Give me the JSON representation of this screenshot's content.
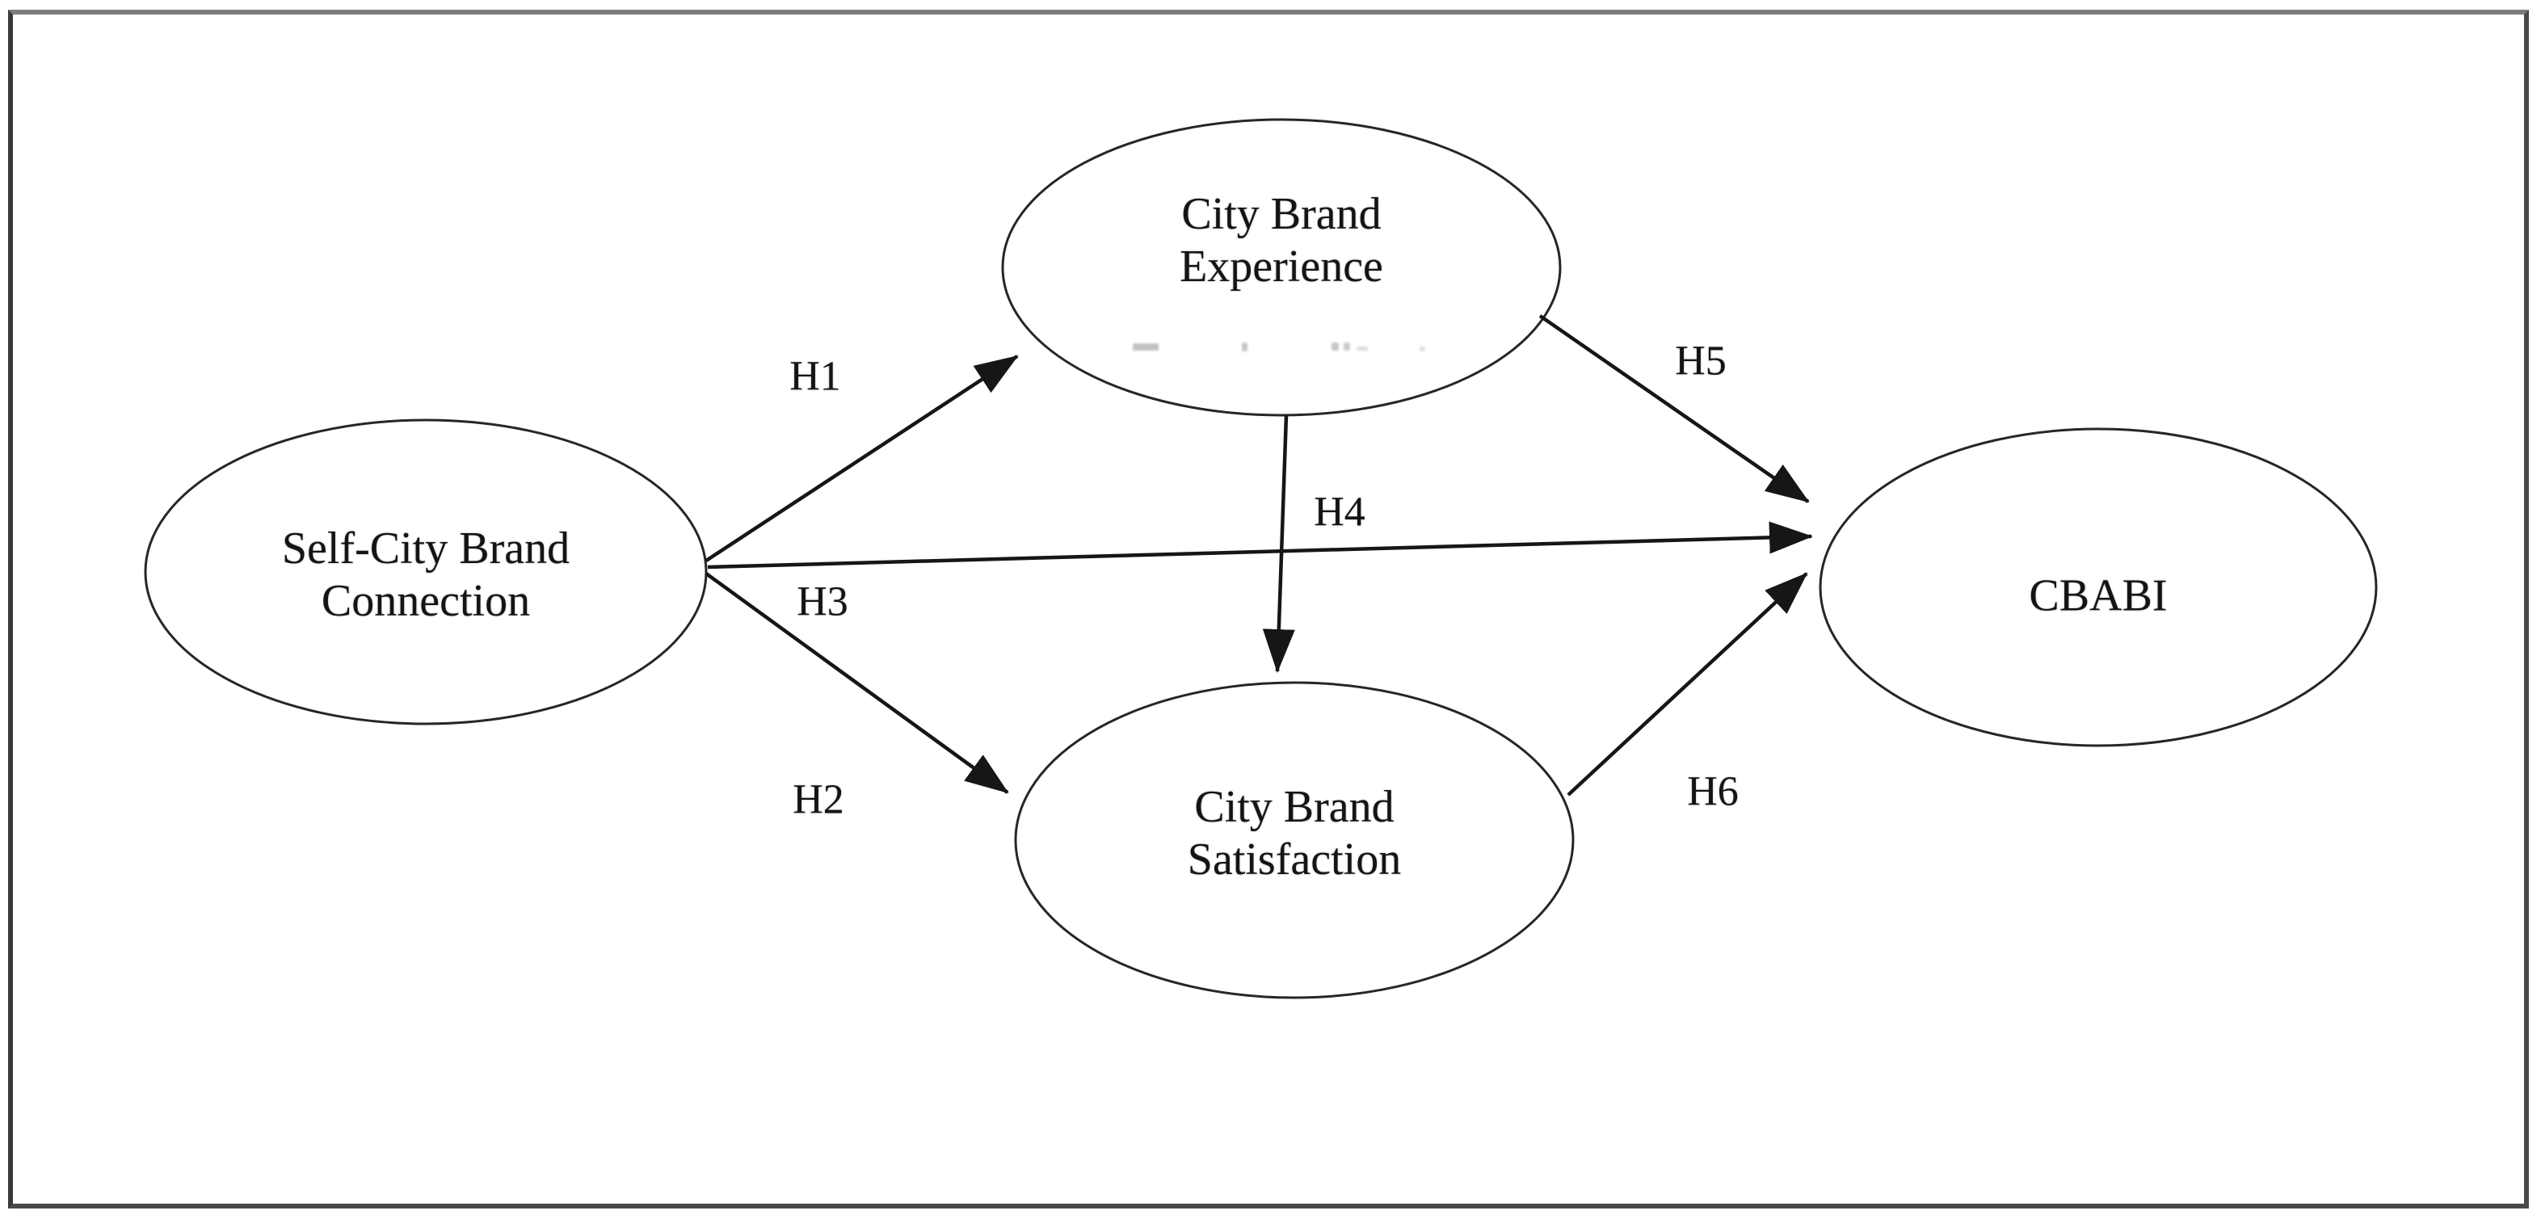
{
  "figure": {
    "background": "#ffffff",
    "frame_color": "#4a4a4a",
    "ink_color": "#161616"
  },
  "nodes": [
    {
      "id": "self-city-brand-connection",
      "label": "Self-City Brand Connection",
      "line1": "Self-City Brand",
      "line2": "Connection"
    },
    {
      "id": "city-brand-experience",
      "label": "City Brand Experience",
      "line1": "City Brand",
      "line2": "Experience"
    },
    {
      "id": "city-brand-satisfaction",
      "label": "City Brand Satisfaction",
      "line1": "City Brand",
      "line2": "Satisfaction"
    },
    {
      "id": "cbabi",
      "label": "CBABI",
      "line1": "CBABI",
      "line2": ""
    }
  ],
  "edges": [
    {
      "id": "h1",
      "label": "H1",
      "from": "Self-City Brand Connection",
      "to": "City Brand Experience"
    },
    {
      "id": "h2",
      "label": "H2",
      "from": "Self-City Brand Connection",
      "to": "City Brand Satisfaction"
    },
    {
      "id": "h3",
      "label": "H3",
      "from": "Self-City Brand Connection",
      "to": "CBABI"
    },
    {
      "id": "h4",
      "label": "H4",
      "from": "City Brand Experience",
      "to": "City Brand Satisfaction"
    },
    {
      "id": "h5",
      "label": "H5",
      "from": "City Brand Experience",
      "to": "CBABI"
    },
    {
      "id": "h6",
      "label": "H6",
      "from": "City Brand Satisfaction",
      "to": "CBABI"
    }
  ]
}
